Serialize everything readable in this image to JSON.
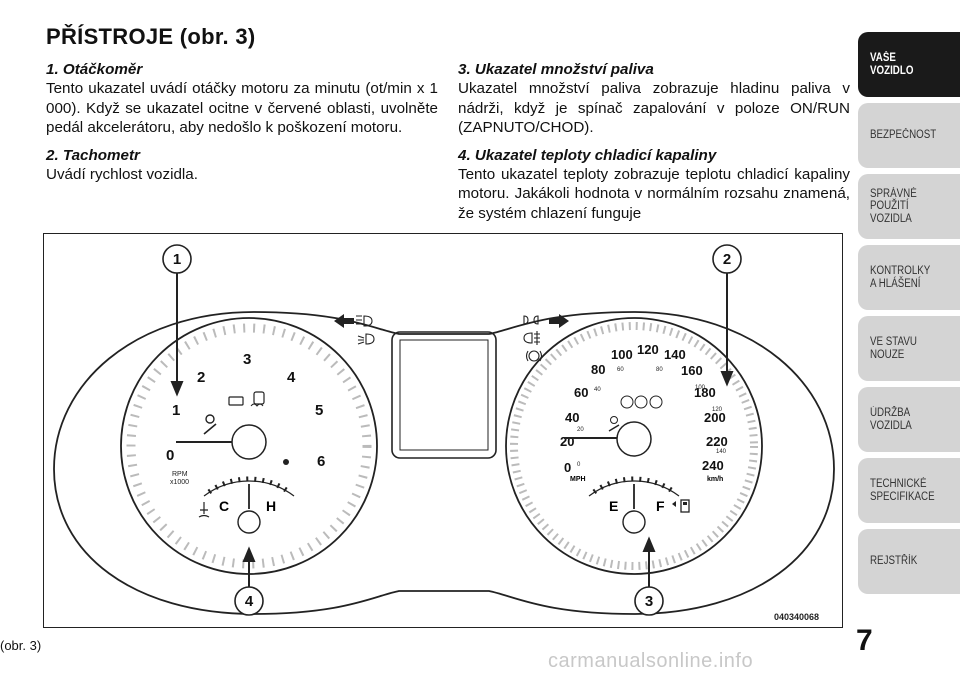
{
  "page": {
    "title": "PŘÍSTROJE (obr. 3)",
    "caption": "(obr. 3)",
    "page_number": "7",
    "watermark": "carmanualsonline.info"
  },
  "sections": [
    {
      "heading": "1. Otáčkoměr",
      "text": "Tento ukazatel uvádí otáčky motoru za minutu (ot/min x 1 000). Když se ukazatel ocitne v červené oblasti, uvolněte pedál akcelerátoru, aby nedošlo k poškození motoru."
    },
    {
      "heading": "2. Tachometr",
      "text": "Uvádí rychlost vozidla."
    },
    {
      "heading": "3. Ukazatel množství paliva",
      "text": "Ukazatel množství paliva zobrazuje hladinu paliva v nádrži, když je spínač zapalování v poloze ON/RUN (ZAPNUTO/CHOD)."
    },
    {
      "heading": "4. Ukazatel teploty chladicí kapaliny",
      "text": "Tento ukazatel teploty zobrazuje teplotu chladicí kapaliny motoru. Jakákoli hodnota v normálním rozsahu znamená, že systém chlazení funguje"
    }
  ],
  "figure": {
    "code": "040340068",
    "callouts": [
      "1",
      "2",
      "3",
      "4"
    ],
    "tachometer": {
      "ticks": [
        "0",
        "1",
        "2",
        "3",
        "4",
        "5",
        "6"
      ],
      "unit_line1": "RPM",
      "unit_line2": "x1000"
    },
    "speedometer": {
      "mph": [
        "0",
        "20",
        "40",
        "60",
        "80",
        "100",
        "120",
        "140",
        "160",
        "180",
        "200",
        "220",
        "240"
      ],
      "kmh_small": [
        "0",
        "20",
        "40",
        "60",
        "80",
        "100",
        "120",
        "140"
      ],
      "unit_mph": "MPH",
      "unit_kmh": "km/h"
    },
    "temp_gauge": {
      "cold": "C",
      "hot": "H"
    },
    "fuel_gauge": {
      "empty": "E",
      "full": "F"
    }
  },
  "tabs": [
    {
      "label": "VAŠE\nVOZIDLO",
      "active": true
    },
    {
      "label": "BEZPEČNOST",
      "active": false
    },
    {
      "label": "SPRÁVNÉ\nPOUŽITÍ\nVOZIDLA",
      "active": false
    },
    {
      "label": "KONTROLKY\nA HLÁŠENÍ",
      "active": false
    },
    {
      "label": "VE STAVU\nNOUZE",
      "active": false
    },
    {
      "label": "ÚDRŽBA\nVOZIDLA",
      "active": false
    },
    {
      "label": "TECHNICKÉ\nSPECIFIKACE",
      "active": false
    },
    {
      "label": "REJSTŘÍK",
      "active": false
    }
  ],
  "colors": {
    "tab_active": "#1a1a1a",
    "tab_inactive": "#d4d4d4",
    "figure_border": "#222222"
  },
  "icons": [
    "left-turn-arrow-icon",
    "right-turn-arrow-icon",
    "high-beam-icon",
    "front-fog-icon",
    "rear-fog-icon",
    "park-lamp-icon",
    "seatbelt-icon",
    "check-engine-icon",
    "stability-control-icon",
    "brake-warning-icon",
    "parking-brake-icon",
    "abs-icon",
    "airbag-icon",
    "coolant-temp-icon",
    "fuel-pump-icon"
  ]
}
